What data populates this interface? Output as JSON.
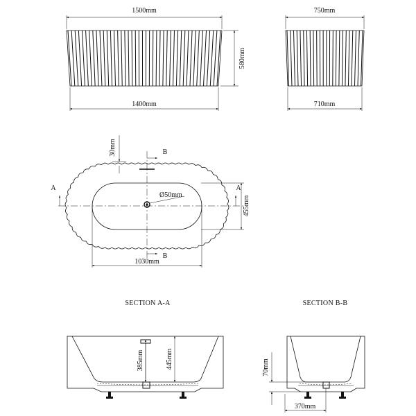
{
  "elevation_front": {
    "top_width": "1500mm",
    "bottom_width": "1400mm",
    "height": "580mm"
  },
  "elevation_side": {
    "top_width": "750mm",
    "bottom_width": "710mm"
  },
  "plan_view": {
    "rim_offset": "30mm",
    "drain_diameter": "Ø50mm",
    "inner_length": "1030mm",
    "inner_width": "455mm",
    "section_a_marker": "A",
    "section_b_marker": "B"
  },
  "section_a": {
    "title": "SECTION A-A",
    "overflow_height": "385mm",
    "depth": "445mm"
  },
  "section_b": {
    "title": "SECTION B-B",
    "base_height": "70mm",
    "base_width": "370mm"
  },
  "colors": {
    "line": "#111111",
    "background": "#ffffff"
  }
}
